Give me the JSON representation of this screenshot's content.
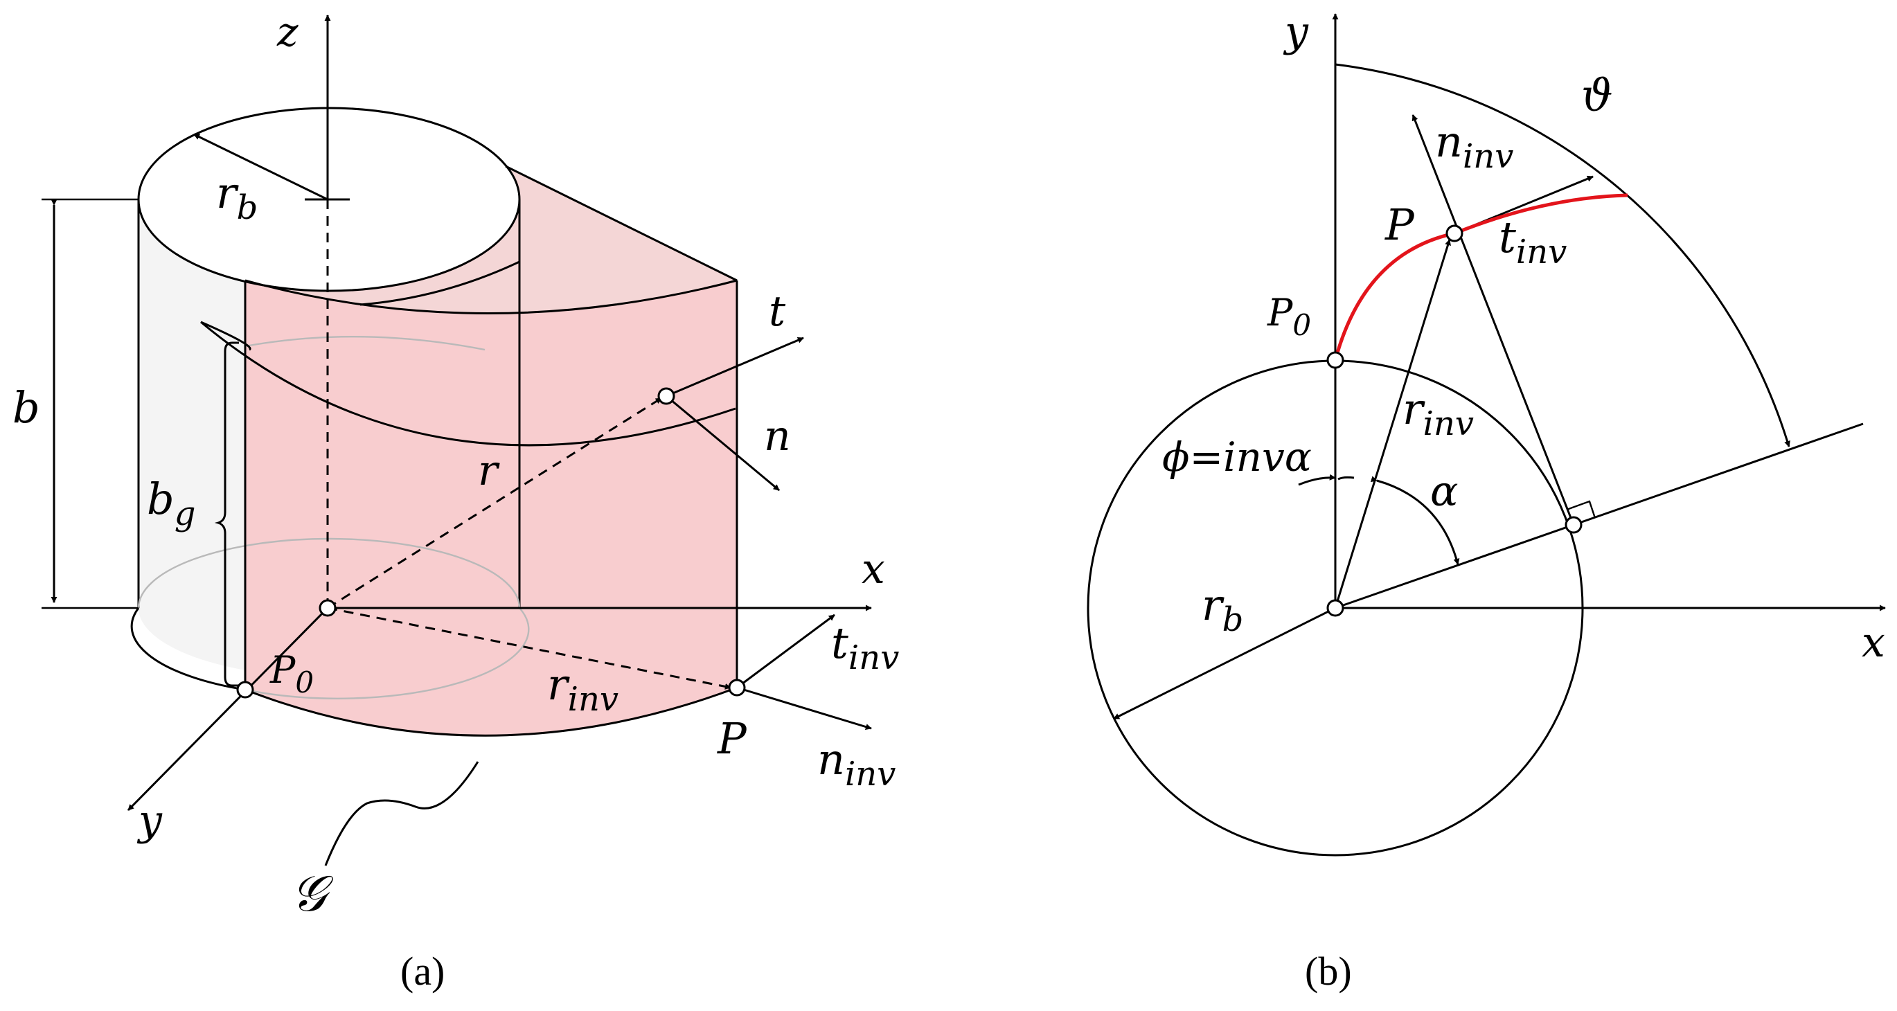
{
  "panel_a": {
    "caption": "(a)",
    "labels": {
      "z": "z",
      "r": "r",
      "b": "b",
      "b_base": "b",
      "b_sub": "g",
      "rb_base": "r",
      "rb_sub": "b",
      "t": "t",
      "n": "n",
      "x": "x",
      "y": "y",
      "P0_base": "P",
      "P0_sub": "0",
      "P": "P",
      "rinv_base": "r",
      "rinv_sub": "inv",
      "tinv_base": "t",
      "tinv_sub": "inv",
      "ninv_base": "n",
      "ninv_sub": "inv",
      "G": "𝒢"
    },
    "colors": {
      "flank_fill": "#f8cdcf",
      "flank_top": "#f4d6d6",
      "end_face": "#e6e6e6",
      "cylinder": "#f4f4f4"
    }
  },
  "panel_b": {
    "caption": "(b)",
    "labels": {
      "y": "y",
      "x": "x",
      "theta": "ϑ",
      "ninv_base": "n",
      "ninv_sub": "inv",
      "tinv_base": "t",
      "tinv_sub": "inv",
      "P": "P",
      "P0_base": "P",
      "P0_sub": "0",
      "rinv_base": "r",
      "rinv_sub": "inv",
      "phi_eq": "ϕ=invα",
      "alpha": "α",
      "rb_base": "r",
      "rb_sub": "b"
    },
    "colors": {
      "involute": "#e3141b"
    }
  }
}
